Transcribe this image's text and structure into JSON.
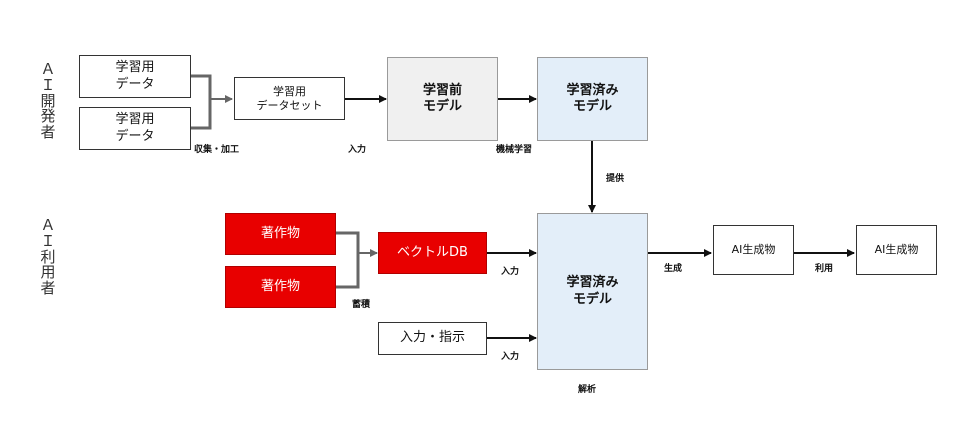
{
  "sections": {
    "developer": [
      "Ａ",
      "Ｉ",
      "開",
      "発",
      "者"
    ],
    "user": [
      "Ａ",
      "Ｉ",
      "利",
      "用",
      "者"
    ]
  },
  "boxes": {
    "dev_data1": [
      "学習用",
      "データ"
    ],
    "dev_data2": [
      "学習用",
      "データ"
    ],
    "dataset": [
      "学習用",
      "データセット"
    ],
    "pre_model": [
      "学習前",
      "モデル"
    ],
    "trained_top": [
      "学習済み",
      "モデル"
    ],
    "work1": "著作物",
    "work2": "著作物",
    "vector_db": "ベクトルDB",
    "instruction": "入力・指示",
    "trained_main": [
      "学習済み",
      "モデル"
    ],
    "ai_output1": "AI生成物",
    "ai_output2": "AI生成物"
  },
  "labels": {
    "collect": "収集・加工",
    "input_top": "入力",
    "ml": "機械学習",
    "provide": "提供",
    "accumulate": "蓄積",
    "input_db": "入力",
    "input_instr": "入力",
    "generate": "生成",
    "use": "利用",
    "analysis": "解析"
  }
}
